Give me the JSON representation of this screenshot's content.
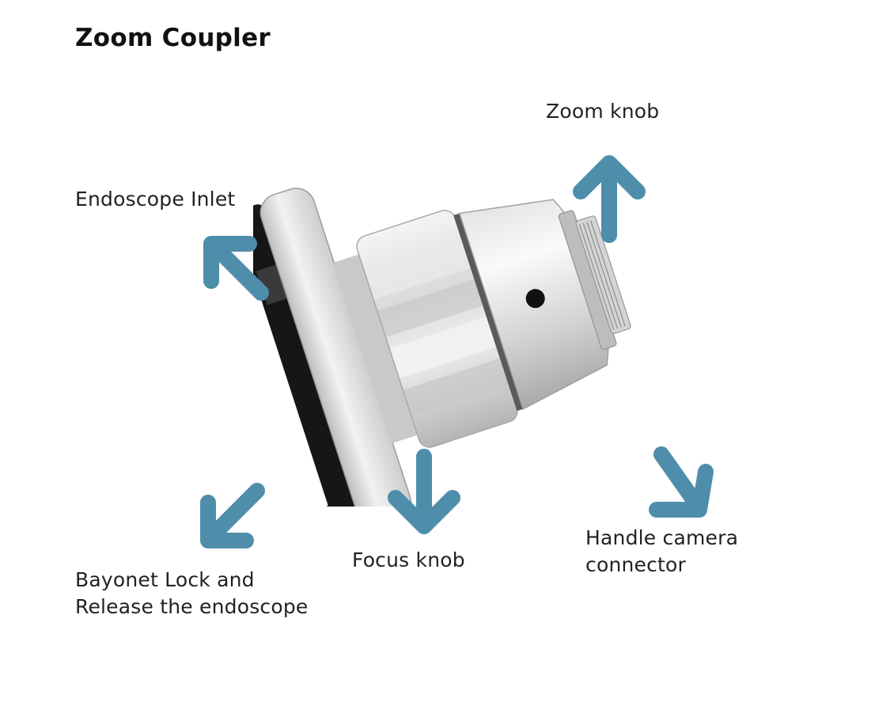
{
  "title": "Zoom Coupler",
  "colors": {
    "arrow": "#4F8EAB",
    "text": "#222222",
    "background": "#FFFFFF"
  },
  "callouts": [
    {
      "id": "endoscope-inlet",
      "label": "Endoscope Inlet",
      "arrow_direction": "up-left"
    },
    {
      "id": "zoom-knob",
      "label": "Zoom knob",
      "arrow_direction": "up"
    },
    {
      "id": "bayonet-lock",
      "label_line1": "Bayonet Lock and",
      "label_line2": "Release the endoscope",
      "arrow_direction": "down-left"
    },
    {
      "id": "focus-knob",
      "label": "Focus knob",
      "arrow_direction": "down"
    },
    {
      "id": "handle-camera-connector",
      "label_line1": "Handle camera",
      "label_line2": "connector",
      "arrow_direction": "down-right"
    }
  ]
}
